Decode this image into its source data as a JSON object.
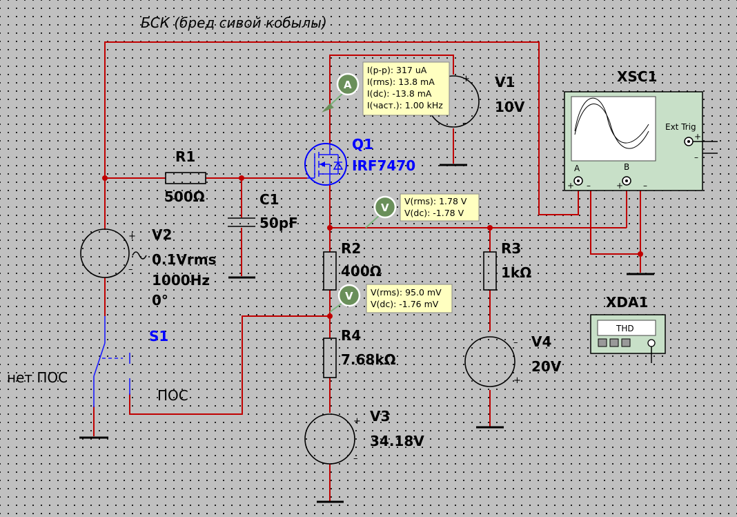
{
  "title": "БСК (бред сивой кобылы)",
  "components": {
    "r1": {
      "ref": "R1",
      "value": "500Ω"
    },
    "c1": {
      "ref": "C1",
      "value": "50pF"
    },
    "q1": {
      "ref": "Q1",
      "model": "IRF7470"
    },
    "v1": {
      "ref": "V1",
      "value": "10V"
    },
    "v2": {
      "ref": "V2",
      "value": "0.1Vrms",
      "freq": "1000Hz",
      "phase": "0°"
    },
    "r2": {
      "ref": "R2",
      "value": "400Ω"
    },
    "r3": {
      "ref": "R3",
      "value": "1kΩ"
    },
    "r4": {
      "ref": "R4",
      "value": "7.68kΩ"
    },
    "v3": {
      "ref": "V3",
      "value": "34.18V"
    },
    "v4": {
      "ref": "V4",
      "value": "20V"
    },
    "s1": {
      "ref": "S1",
      "label_nc": "нет ПОС",
      "label_no": "ПОС"
    },
    "xsc1": {
      "ref": "XSC1",
      "ext_trig": "Ext Trig",
      "ch_a": "A",
      "ch_b": "B"
    },
    "xda1": {
      "ref": "XDA1",
      "display": "THD"
    }
  },
  "probes": {
    "ammeter": {
      "letter": "A",
      "lines": [
        "I(p-p): 317 uA",
        "I(rms): 13.8 mA",
        "I(dc): -13.8 mA",
        "I(част.): 1.00 kHz"
      ]
    },
    "probe_drain": {
      "letter": "V",
      "lines": [
        "V(rms): 1.78 V",
        "V(dc): -1.78 V"
      ]
    },
    "probe_mid": {
      "letter": "V",
      "lines": [
        "V(rms): 95.0 mV",
        "V(dc): -1.76 mV"
      ]
    }
  },
  "colors": {
    "wire": "#c00000",
    "component": "#000000",
    "mosfet": "#0000ff",
    "background": "#c0c0c0",
    "tooltip": "#ffffc0",
    "probe": "#6a8f5a"
  }
}
